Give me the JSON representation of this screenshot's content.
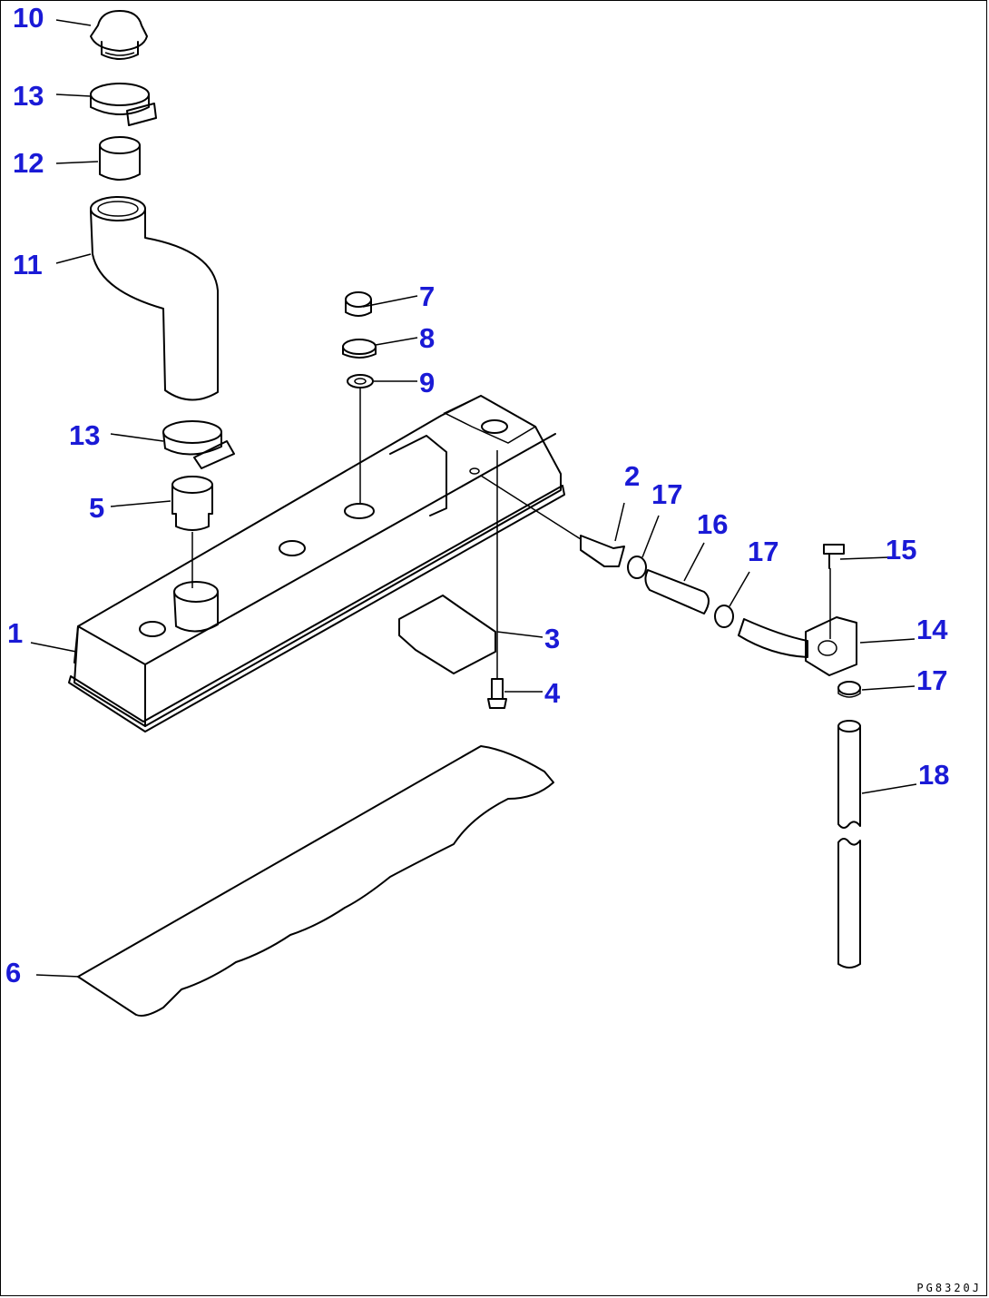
{
  "callout_color": "#1a1ad6",
  "line_color": "#000000",
  "drawing_code": "PG8320J",
  "callouts": {
    "c1": "1",
    "c2": "2",
    "c3": "3",
    "c4": "4",
    "c5": "5",
    "c6": "6",
    "c7": "7",
    "c8": "8",
    "c9": "9",
    "c10": "10",
    "c11": "11",
    "c12": "12",
    "c13a": "13",
    "c13b": "13",
    "c14": "14",
    "c15": "15",
    "c16": "16",
    "c17a": "17",
    "c17b": "17",
    "c17c": "17",
    "c18": "18"
  }
}
